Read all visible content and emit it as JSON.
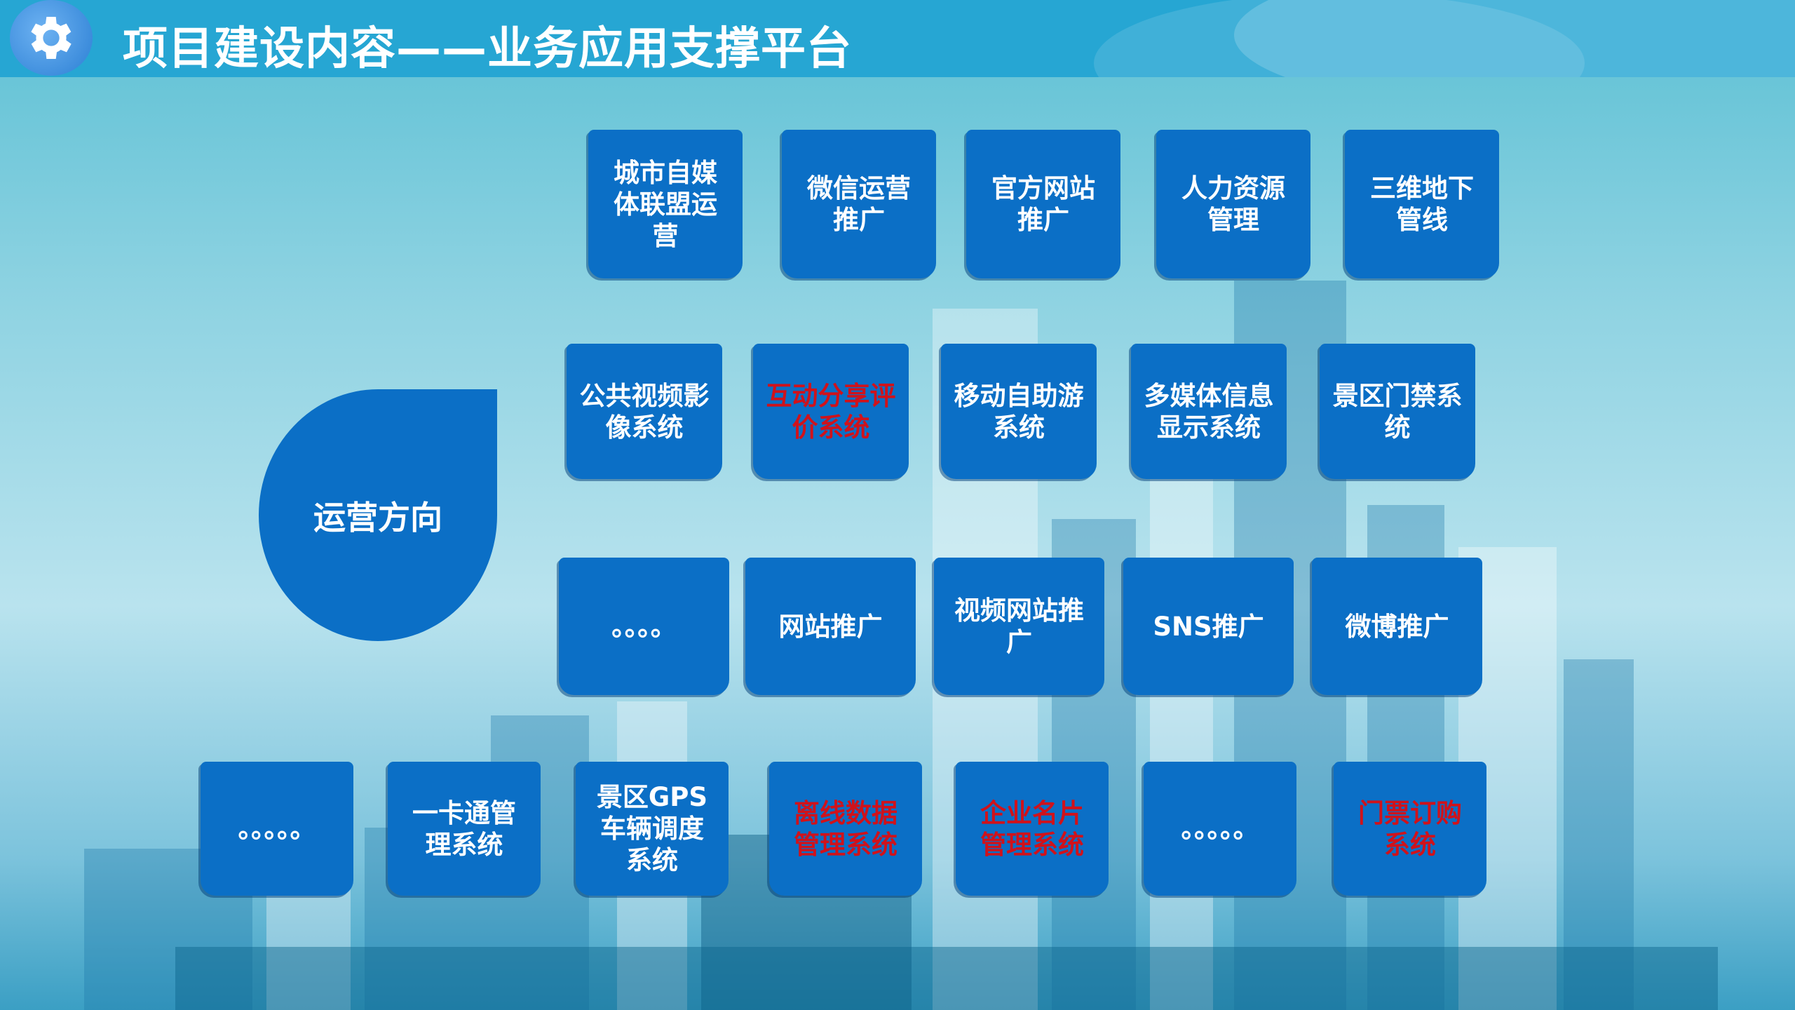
{
  "header": {
    "title": "项目建设内容——业务应用支撑平台",
    "icon": "gear-icon"
  },
  "center": {
    "label": "运营方向"
  },
  "colors": {
    "tile": "#0b6fc6",
    "highlight_text": "#d0121b",
    "header": "#26a6d3"
  },
  "rows": [
    [
      {
        "label": "城市自媒体联盟运营",
        "red": false
      },
      {
        "label": "微信运营推广",
        "red": false
      },
      {
        "label": "官方网站推广",
        "red": false
      },
      {
        "label": "人力资源管理",
        "red": false
      },
      {
        "label": "三维地下管线",
        "red": false
      }
    ],
    [
      {
        "label": "公共视频影像系统",
        "red": false
      },
      {
        "label": "互动分享评价系统",
        "red": true
      },
      {
        "label": "移动自助游系统",
        "red": false
      },
      {
        "label": "多媒体信息显示系统",
        "red": false
      },
      {
        "label": "景区门禁系统",
        "red": false
      }
    ],
    [
      {
        "label": "。。。。",
        "red": false
      },
      {
        "label": "网站推广",
        "red": false
      },
      {
        "label": "视频网站推广",
        "red": false
      },
      {
        "label": "SNS推广",
        "red": false
      },
      {
        "label": "微博推广",
        "red": false
      }
    ],
    [
      {
        "label": "。。。。。",
        "red": false
      },
      {
        "label": "一卡通管理系统",
        "red": false
      },
      {
        "label": "景区GPS车辆调度系统",
        "red": false
      },
      {
        "label": "离线数据管理系统",
        "red": true
      },
      {
        "label": "企业名片管理系统",
        "red": true
      },
      {
        "label": "。。。。。",
        "red": false
      },
      {
        "label": "门票订购系统",
        "red": true
      }
    ]
  ]
}
